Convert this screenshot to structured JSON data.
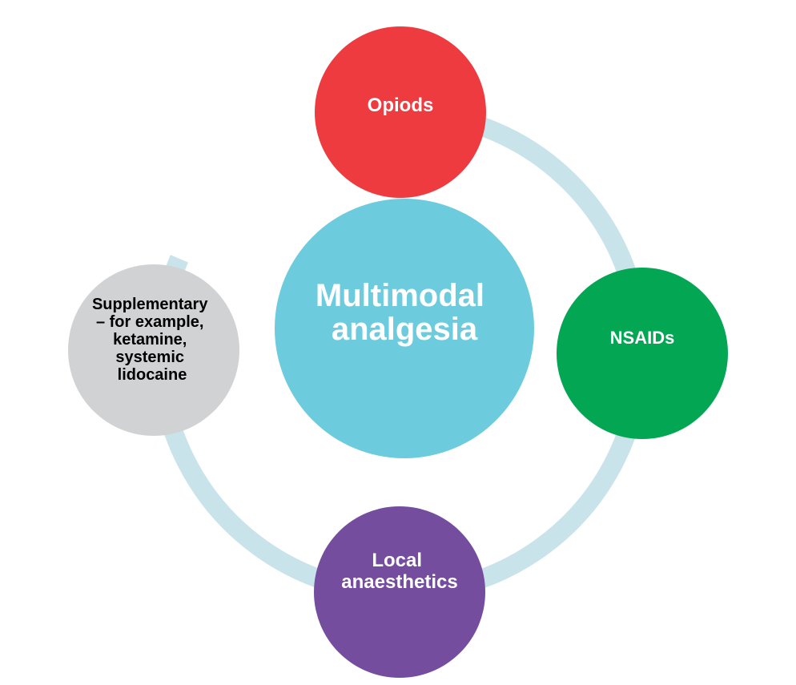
{
  "colors": {
    "ring": "#c8e4ea",
    "center": "#6ccbdd",
    "opioids": "#ee3b3f",
    "nsaids": "#02a653",
    "local": "#744d9e",
    "supplementary": "#d1d2d3",
    "label_light": "#ffffff",
    "label_dark": "#000000"
  },
  "center": {
    "lines": [
      "Multimodal",
      "analgesia"
    ]
  },
  "nodes": {
    "opioids": {
      "lines": [
        "Opiods"
      ]
    },
    "nsaids": {
      "lines": [
        "NSAIDs"
      ]
    },
    "local": {
      "lines": [
        "Local",
        "anaesthetics"
      ]
    },
    "supplementary": {
      "lines": [
        "Supplementary",
        "– for example,",
        "ketamine,",
        "systemic",
        "lidocaine"
      ]
    }
  }
}
